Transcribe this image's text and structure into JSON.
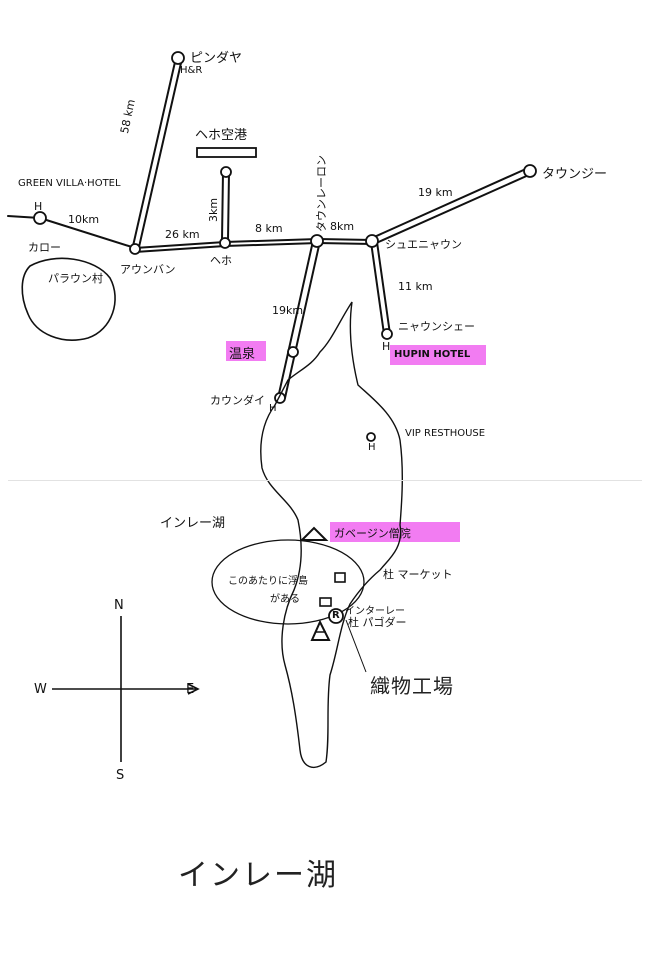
{
  "colors": {
    "ink": "#111111",
    "highlight": "#f27cf2",
    "fold": "#e2e2e2"
  },
  "places": {
    "pindaya": "ピンダヤ",
    "hr_mark": "H&R",
    "heho_airport": "ヘホ空港",
    "green_villa": "GREEN VILLA·HOTEL",
    "kalaw": "カロー",
    "palaung_village": "パラウン村",
    "aungban": "アウンバン",
    "heho": "ヘホ",
    "taunggyi": "タウンジー",
    "shwenyaung": "シュエニャウン",
    "nyaungshwe": "ニャウンシェー",
    "hupin_hotel": "HUPIN HOTEL",
    "hot_spring": "温泉",
    "khaung_daing": "カウンダイ",
    "vip_resthouse": "VIP RESTHOUSE",
    "inle_lake": "インレー湖",
    "nga_phe_kyaung": "ガベージン僧院",
    "market": "杜 マーケット",
    "floating_village": "このあたりに浮島",
    "floating_village2": "がある",
    "ywama": "インターレー",
    "phaung_daw_oo": "杜 パゴダー",
    "weaving_factory": "織物工場",
    "footer_title": "インレー湖"
  },
  "distances": {
    "aungban_pindaya": "58 km",
    "kalaw_aungban": "10km",
    "aungban_heho": "26 km",
    "heho_airport_spur": "3km",
    "heho_junction": "8 km",
    "junction_shwenyaung": "8km",
    "shwenyaung_taunggyi": "19 km",
    "shwenyaung_nyaungshwe": "11 km",
    "junction_khaungdaing": "19km"
  },
  "road_name": "タウンレーロン",
  "markers": {
    "hotel": "H",
    "pagoda": "R"
  },
  "compass": {
    "n": "N",
    "s": "S",
    "e": "E",
    "w": "W"
  }
}
